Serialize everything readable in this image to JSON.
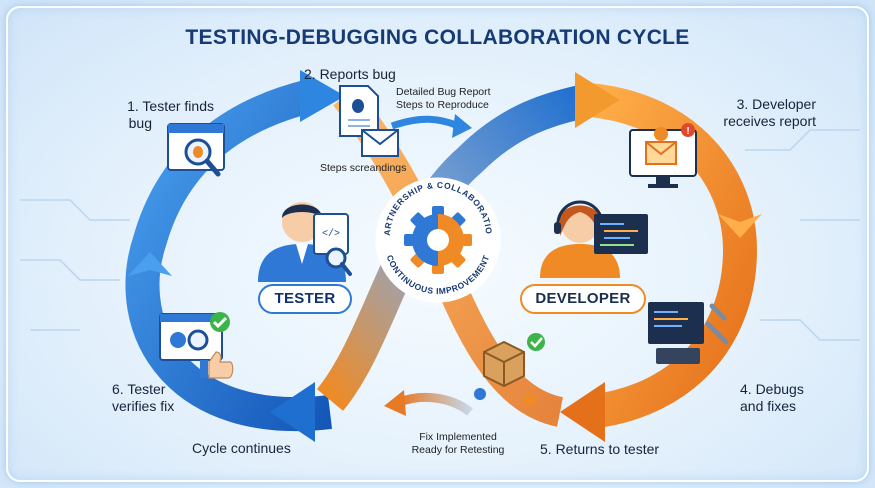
{
  "title": "TESTING-DEBUGGING COLLABORATION CYCLE",
  "steps": {
    "s1": {
      "line1": "1. Tester finds",
      "line2": "bug"
    },
    "s2": {
      "line1": "2. Reports bug"
    },
    "s3": {
      "line1": "3. Developer",
      "line2": "receives report"
    },
    "s4": {
      "line1": "4. Debugs",
      "line2": "and fixes"
    },
    "s5": {
      "line1": "5. Returns to tester"
    },
    "s6": {
      "line1": "6. Tester",
      "line2": "verifies fix"
    }
  },
  "notes": {
    "bug_report_1": "Detailed Bug Report",
    "bug_report_2": "Steps to Reproduce",
    "steps_screen": "Steps screandings",
    "fix_1": "Fix Implemented",
    "fix_2": "Ready for Retesting",
    "cycle": "Cycle continues"
  },
  "roles": {
    "tester": "TESTER",
    "developer": "DEVELOPER"
  },
  "center": {
    "top_arc": "PARTNERSHIP & COLLABORATION",
    "bottom_arc": "CONTINUOUS IMPROVEMENT"
  },
  "colors": {
    "blue": "#1f6fd0",
    "orange": "#f08a24",
    "title": "#163a74"
  },
  "icons": [
    "bug-search-icon",
    "bug-report-icon",
    "envelope-icon",
    "email-alert-icon",
    "tester-avatar",
    "developer-avatar",
    "code-window-icon",
    "gear-icon",
    "tools-icon",
    "package-icon",
    "verify-icon",
    "thumbs-up-icon"
  ]
}
